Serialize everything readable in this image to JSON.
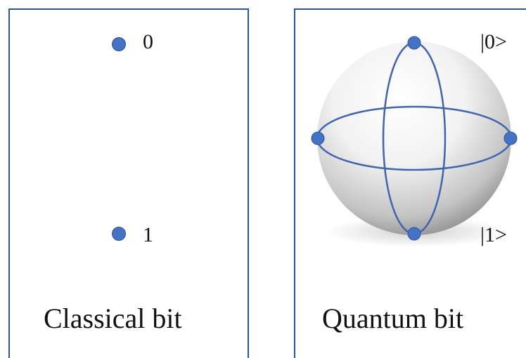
{
  "classical": {
    "caption": "Classical bit",
    "states": [
      {
        "label": "0"
      },
      {
        "label": "1"
      }
    ]
  },
  "quantum": {
    "caption": "Quantum bit",
    "state_top": "|0>",
    "state_bottom": "|1>"
  },
  "colors": {
    "accent": "#4472c4",
    "border": "#2f5597"
  }
}
